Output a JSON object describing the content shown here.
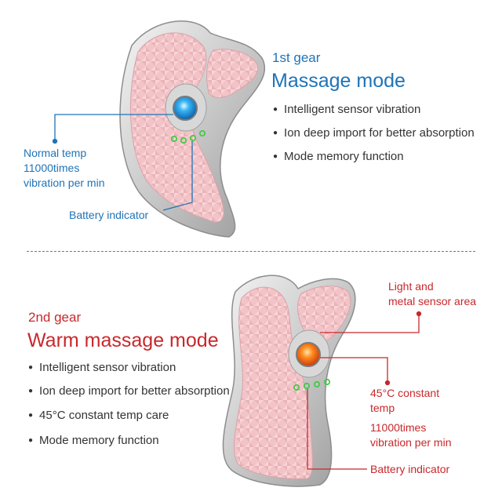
{
  "section1": {
    "gear": "1st gear",
    "mode": "Massage mode",
    "features": [
      "Intelligent sensor vibration",
      "Ion deep import for better absorption",
      "Mode memory function"
    ],
    "callouts": {
      "temp_line1": "Normal temp",
      "temp_line2": "11000times",
      "temp_line3": "vibration per min",
      "battery": "Battery indicator"
    },
    "accent_color": "#1f73b7"
  },
  "section2": {
    "gear": "2nd gear",
    "mode": "Warm massage mode",
    "features": [
      "Intelligent sensor vibration",
      "Ion deep import for better absorption",
      "45°C constant temp care",
      "Mode memory function"
    ],
    "callouts": {
      "sensor_line1": "Light and",
      "sensor_line2": "metal sensor area",
      "temp_line1": "45°C constant",
      "temp_line2": "temp",
      "temp_line3": "11000times",
      "temp_line4": "vibration per min",
      "battery": "Battery indicator"
    },
    "accent_color": "#c8282c"
  }
}
